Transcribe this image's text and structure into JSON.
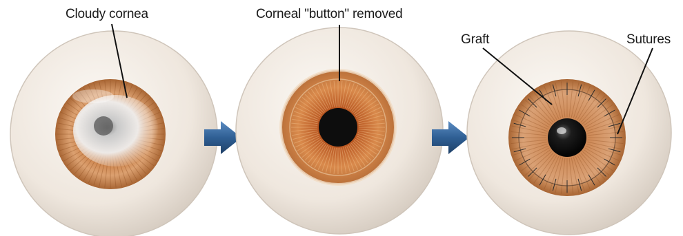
{
  "panels": [
    {
      "id": "before",
      "labels": [
        "Cloudy cornea"
      ]
    },
    {
      "id": "removed",
      "labels": [
        "Corneal \"button\" removed"
      ]
    },
    {
      "id": "after",
      "labels": [
        "Graft",
        "Sutures"
      ]
    }
  ],
  "colors": {
    "eyeball": "#f3ede6",
    "eyeball_edge": "#d8cfc5",
    "iris_outer": "#b9703a",
    "iris_inner": "#d9925a",
    "pupil": "#121212",
    "cloud": "#e6e6e6",
    "arrow": "#2f5f94",
    "suture": "#2b2b2b",
    "label_text": "#1a1a1a"
  },
  "icons": [
    "right-arrow-icon",
    "right-arrow-icon"
  ]
}
